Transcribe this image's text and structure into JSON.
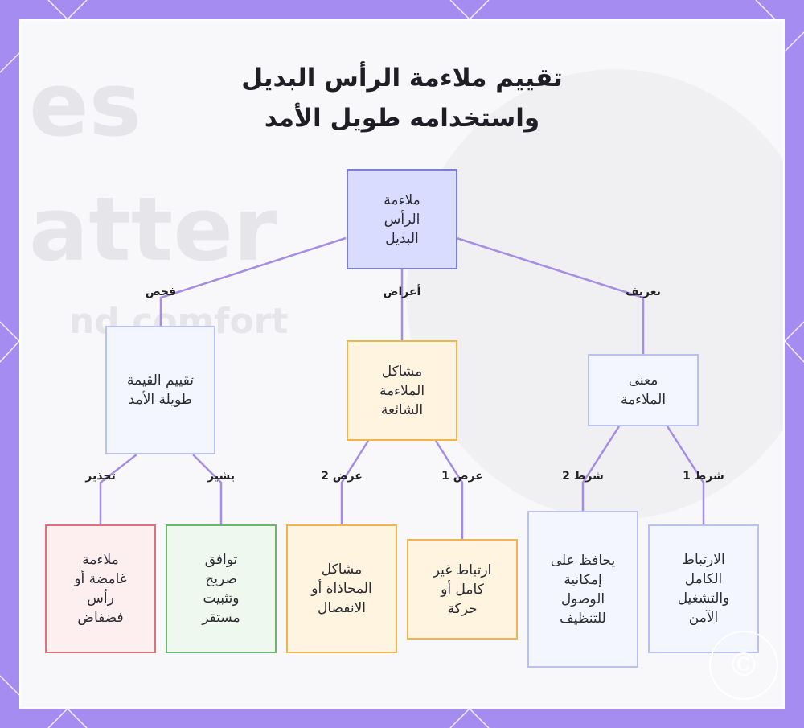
{
  "title": {
    "line1": "تقييم ملاءمة الرأس البديل",
    "line2": "واستخدامه طويل الأمد"
  },
  "watermark": {
    "text1": "es",
    "text2": "atter",
    "text3": "nd comfort"
  },
  "nodes": {
    "root": "ملاءمة الرأس البديل",
    "eval": "تقييم القيمة طويلة الأمد",
    "symptoms": "مشاكل الملاءمة الشائعة",
    "meaning": "معنى الملاءمة",
    "vague": "ملاءمة غامضة أو رأس فضفاض",
    "compat": "توافق صريح وتثبيت مستقر",
    "align": "مشاكل المحاذاة أو الانفصال",
    "loose": "ارتباط غير كامل أو حركة",
    "cleaning": "يحافظ على إمكانية الوصول للتنظيف",
    "secure": "الارتباط الكامل والتشغيل الآمن"
  },
  "edges": {
    "check": "فحص",
    "symptoms": "أعراض",
    "define": "تعريف",
    "warn": "تحذير",
    "indicates": "يشير",
    "sym2": "عرض 2",
    "sym1": "عرض 1",
    "cond2": "شرط 2",
    "cond1": "شرط 1"
  },
  "colors": {
    "frame": "#a58cf0",
    "line": "#a58ce6",
    "root_fill": "#d9dcff",
    "orange_border": "#f0b450",
    "red_border": "#e0707e",
    "green_border": "#6ab870"
  },
  "logo_icon": "copyright-c-icon"
}
